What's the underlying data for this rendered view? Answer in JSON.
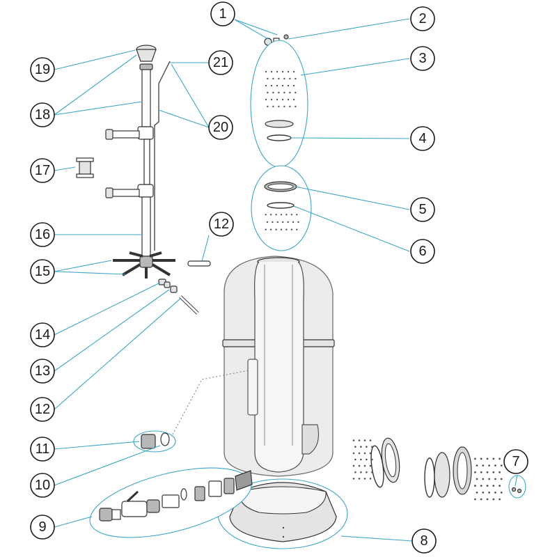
{
  "callouts": [
    {
      "id": "c1",
      "label": "1"
    },
    {
      "id": "c2",
      "label": "2"
    },
    {
      "id": "c3",
      "label": "3"
    },
    {
      "id": "c4",
      "label": "4"
    },
    {
      "id": "c5",
      "label": "5"
    },
    {
      "id": "c6",
      "label": "6"
    },
    {
      "id": "c7",
      "label": "7"
    },
    {
      "id": "c8",
      "label": "8"
    },
    {
      "id": "c9",
      "label": "9"
    },
    {
      "id": "c10",
      "label": "10"
    },
    {
      "id": "c11",
      "label": "11"
    },
    {
      "id": "c12a",
      "label": "12"
    },
    {
      "id": "c12b",
      "label": "12"
    },
    {
      "id": "c13",
      "label": "13"
    },
    {
      "id": "c14",
      "label": "14"
    },
    {
      "id": "c15",
      "label": "15"
    },
    {
      "id": "c16",
      "label": "16"
    },
    {
      "id": "c17",
      "label": "17"
    },
    {
      "id": "c18",
      "label": "18"
    },
    {
      "id": "c19",
      "label": "19"
    },
    {
      "id": "c20",
      "label": "20"
    },
    {
      "id": "c21",
      "label": "21"
    }
  ],
  "colors": {
    "leader": "#3aa6c8",
    "outline": "#333333",
    "tank": "#ececec"
  }
}
